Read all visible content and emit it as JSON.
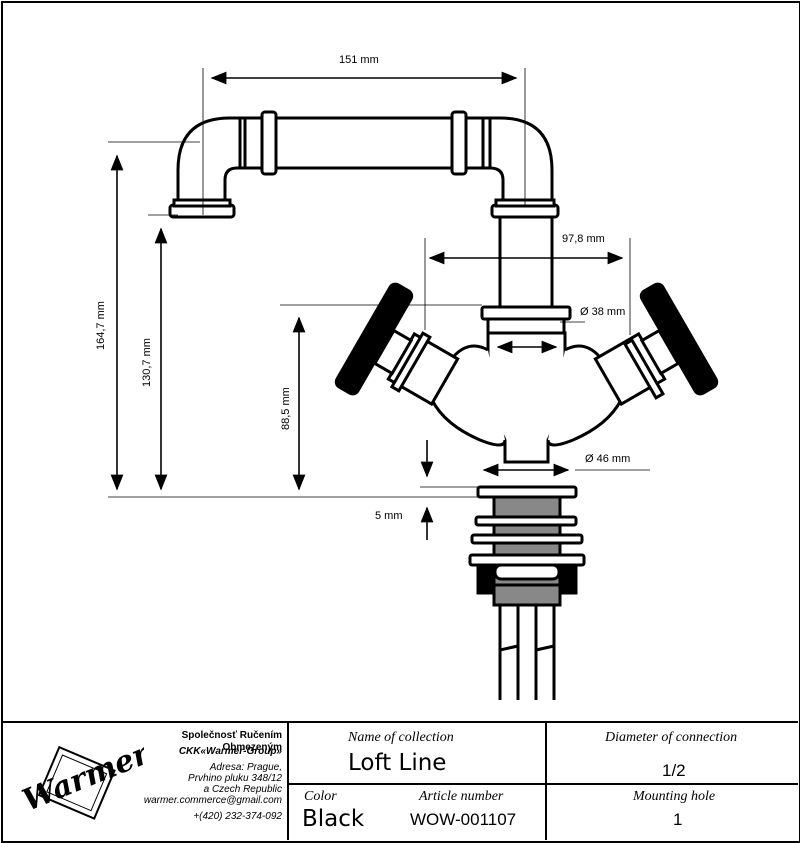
{
  "dimensions": {
    "width_top": "151 mm",
    "right_width": "97,8 mm",
    "diam_38": "Ø 38 mm",
    "diam_46": "Ø 46 mm",
    "height_total": "164,7 mm",
    "height_spout": "130,7 mm",
    "height_body": "88,5 mm",
    "thickness": "5 mm"
  },
  "company": {
    "name": "Společnosť Ručením Obmezeným",
    "group": "CKK«Warmer-Group»",
    "address_line1": "Adresa: Prague,",
    "address_line2": "Prvhino pluku 348/12",
    "address_line3": "a Czech Republic",
    "email": "warmer.commerce@gmail.com",
    "phone": "+(420) 232-374-092",
    "logo_text": "Warmer"
  },
  "titleblock": {
    "collection_label": "Name of collection",
    "collection_value": "Loft Line",
    "diameter_label": "Diameter of connection",
    "diameter_value": "1/2",
    "color_label": "Color",
    "color_value": "Black",
    "article_label": "Article number",
    "article_value": "WOW-001107",
    "mounting_label": "Mounting hole",
    "mounting_value": "1"
  }
}
